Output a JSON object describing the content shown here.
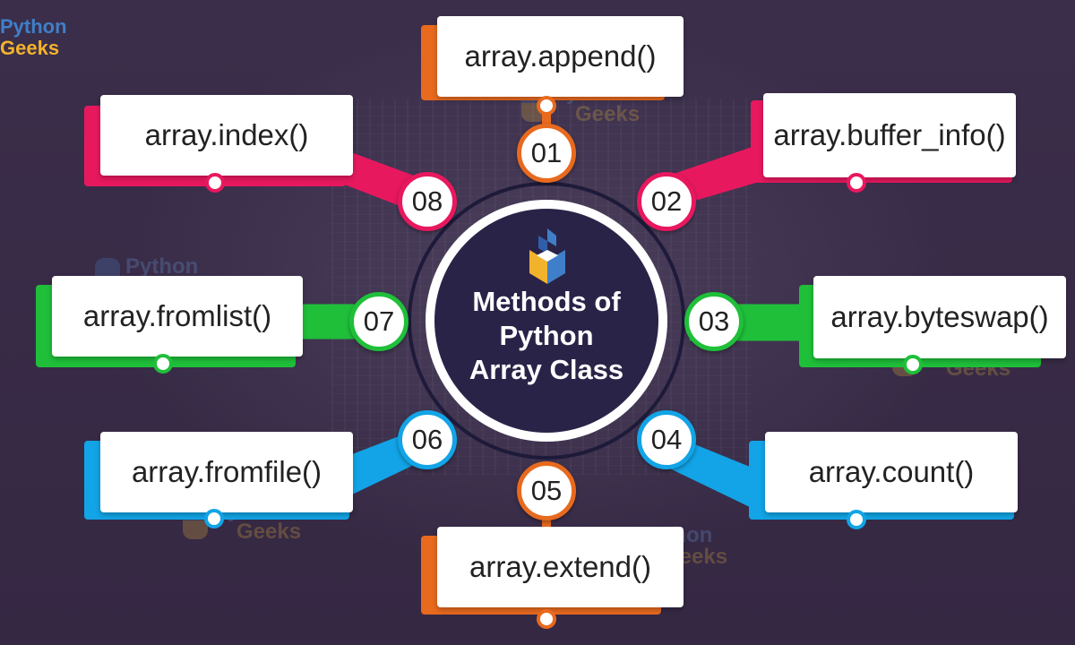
{
  "logo": {
    "line1": "Python",
    "line2": "Geeks"
  },
  "watermark": {
    "line1": "Python",
    "line2": "Geeks"
  },
  "center": {
    "title_lines": [
      "Methods of",
      "Python",
      "Array Class"
    ]
  },
  "colors": {
    "orange": "#e86a1e",
    "pink": "#e8185f",
    "green": "#1fbf3a",
    "blue": "#12a4e6",
    "hub": "#2a2348",
    "background": "#3a2d49"
  },
  "methods": [
    {
      "number": "01",
      "label": "array.append()",
      "color": "orange"
    },
    {
      "number": "02",
      "label": "array.buffer_info()",
      "color": "pink"
    },
    {
      "number": "03",
      "label": "array.byteswap()",
      "color": "green"
    },
    {
      "number": "04",
      "label": "array.count()",
      "color": "blue"
    },
    {
      "number": "05",
      "label": "array.extend()",
      "color": "orange"
    },
    {
      "number": "06",
      "label": "array.fromfile()",
      "color": "blue"
    },
    {
      "number": "07",
      "label": "array.fromlist()",
      "color": "green"
    },
    {
      "number": "08",
      "label": "array.index()",
      "color": "pink"
    }
  ]
}
